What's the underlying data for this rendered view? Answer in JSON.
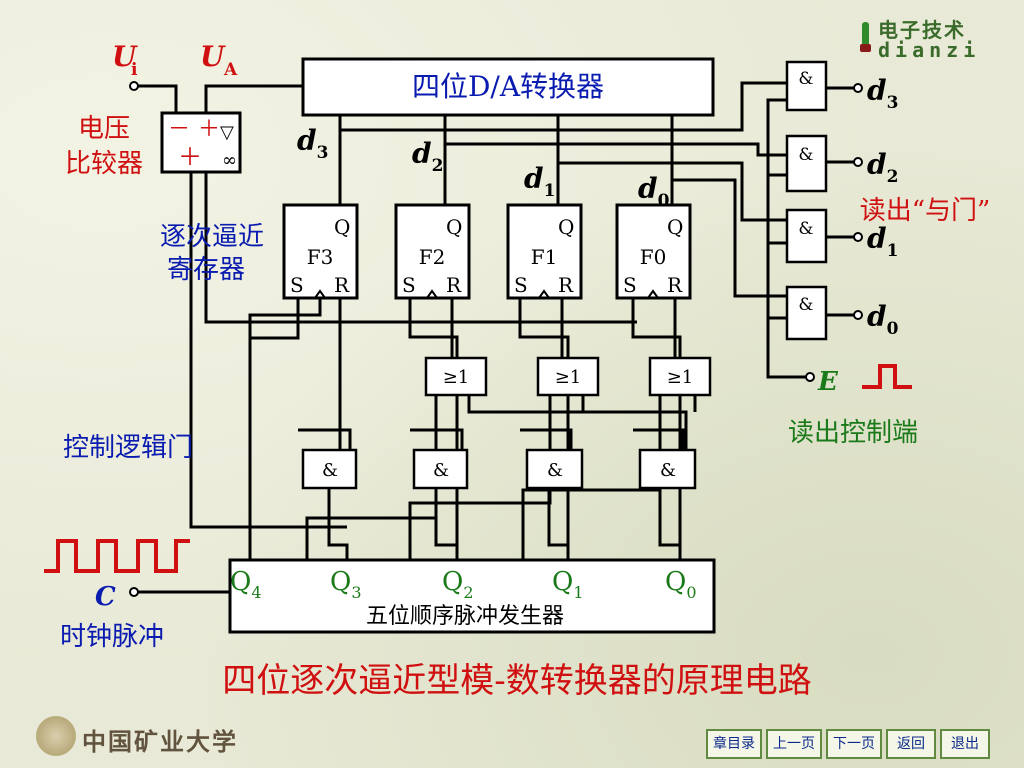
{
  "title": "四位逐次逼近型模-数转换器的原理电路",
  "labels": {
    "ui_main": "U",
    "ui_sub": "i",
    "ua_main": "U",
    "ua_sub": "A",
    "comparator_line1": "电压",
    "comparator_line2": "比较器",
    "comparator_minus": "－",
    "comparator_plus1": "＋",
    "comparator_plus2": "＋",
    "comparator_sym": "▽",
    "comparator_inf": "∞",
    "dac": "四位D/A转换器",
    "register_line1": "逐次逼近",
    "register_line2": "寄存器",
    "control_logic": "控制逻辑门",
    "clock_c": "C",
    "clock_label": "时钟脉冲",
    "pulse_gen": "五位顺序脉冲发生器",
    "read_and": "读出“与门”",
    "read_control": "读出控制端",
    "e_label": "E",
    "and_sym": "&",
    "or_sym": "≥1",
    "q_letter": "Q",
    "s_letter": "S",
    "r_letter": "R"
  },
  "dac_inputs": [
    {
      "d": "d",
      "sub": "3"
    },
    {
      "d": "d",
      "sub": "2"
    },
    {
      "d": "d",
      "sub": "1"
    },
    {
      "d": "d",
      "sub": "0"
    }
  ],
  "flipflops": [
    "F3",
    "F2",
    "F1",
    "F0"
  ],
  "outputs": [
    {
      "d": "d",
      "sub": "3"
    },
    {
      "d": "d",
      "sub": "2"
    },
    {
      "d": "d",
      "sub": "1"
    },
    {
      "d": "d",
      "sub": "0"
    }
  ],
  "pulses": [
    {
      "q": "Q",
      "sub": "4"
    },
    {
      "q": "Q",
      "sub": "3"
    },
    {
      "q": "Q",
      "sub": "2"
    },
    {
      "q": "Q",
      "sub": "1"
    },
    {
      "q": "Q",
      "sub": "0"
    }
  ],
  "logo": {
    "line1": "电子技术",
    "line2": "dianzi"
  },
  "university": "中国矿业大学",
  "nav": [
    "章目录",
    "上一页",
    "下一页",
    "返回",
    "退出"
  ],
  "colors": {
    "red": "#d01010",
    "blue": "#0a1bb0",
    "green": "#1a7a1a"
  }
}
